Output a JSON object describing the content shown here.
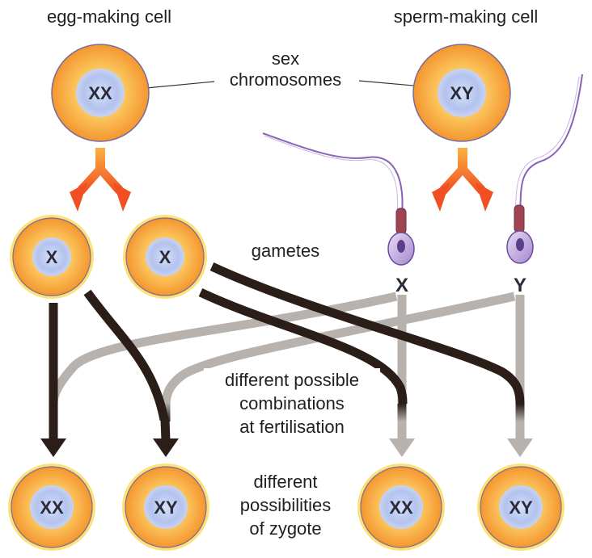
{
  "labels": {
    "egg_cell": "egg-making cell",
    "sperm_cell": "sperm-making cell",
    "sex_chromosomes_line1": "sex",
    "sex_chromosomes_line2": "chromosomes",
    "gametes": "gametes",
    "combinations_line1": "different possible",
    "combinations_line2": "combinations",
    "combinations_line3": "at fertilisation",
    "zygote_line1": "different",
    "zygote_line2": "possibilities",
    "zygote_line3": "of zygote"
  },
  "parent_cells": {
    "egg": "XX",
    "sperm": "XY"
  },
  "egg_gametes": [
    "X",
    "X"
  ],
  "sperm_gametes": [
    "X",
    "Y"
  ],
  "zygotes": [
    "XX",
    "XY",
    "XX",
    "XY"
  ],
  "colors": {
    "egg_path": "#2b1d18",
    "sperm_path": "#b7b2ae",
    "division_arrow": "#f05a22",
    "sperm_body": "#8a63b8",
    "nucleus": "#b8c6ec",
    "cytoplasm": "#f7a03c"
  }
}
